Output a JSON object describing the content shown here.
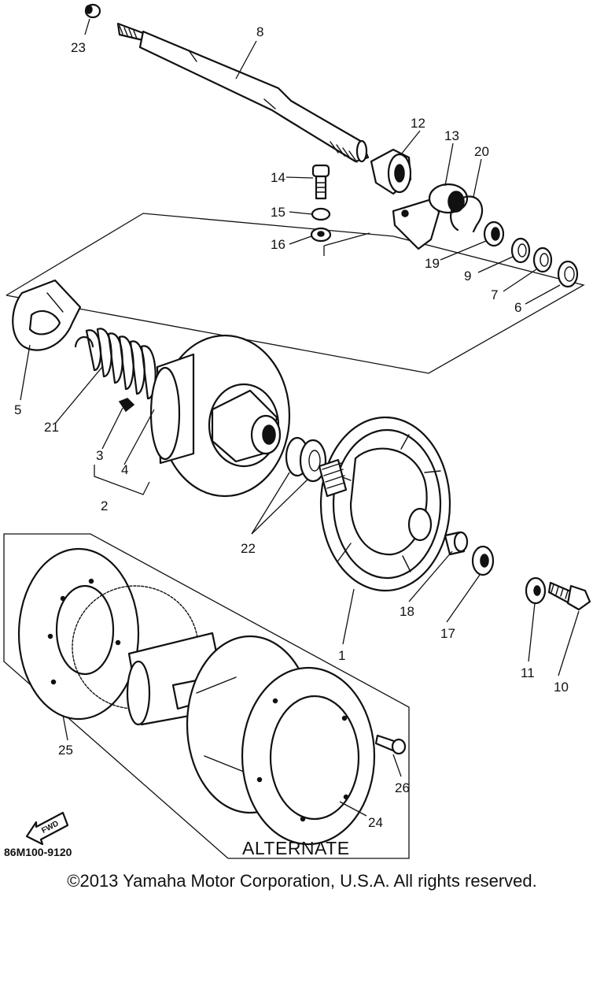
{
  "diagram": {
    "callouts": [
      {
        "id": "c1",
        "text": "1"
      },
      {
        "id": "c2",
        "text": "2"
      },
      {
        "id": "c3",
        "text": "3"
      },
      {
        "id": "c4",
        "text": "4"
      },
      {
        "id": "c5",
        "text": "5"
      },
      {
        "id": "c6",
        "text": "6"
      },
      {
        "id": "c7",
        "text": "7"
      },
      {
        "id": "c8",
        "text": "8"
      },
      {
        "id": "c9",
        "text": "9"
      },
      {
        "id": "c10",
        "text": "10"
      },
      {
        "id": "c11",
        "text": "11"
      },
      {
        "id": "c12",
        "text": "12"
      },
      {
        "id": "c13",
        "text": "13"
      },
      {
        "id": "c14",
        "text": "14"
      },
      {
        "id": "c15",
        "text": "15"
      },
      {
        "id": "c16",
        "text": "16"
      },
      {
        "id": "c17",
        "text": "17"
      },
      {
        "id": "c18",
        "text": "18"
      },
      {
        "id": "c19",
        "text": "19"
      },
      {
        "id": "c20",
        "text": "20"
      },
      {
        "id": "c21",
        "text": "21"
      },
      {
        "id": "c22",
        "text": "22"
      },
      {
        "id": "c23",
        "text": "23"
      },
      {
        "id": "c24",
        "text": "24"
      },
      {
        "id": "c25",
        "text": "25"
      },
      {
        "id": "c26",
        "text": "26"
      }
    ],
    "fwd_arrow_text": "FWD",
    "alternate_label": "ALTERNATE",
    "drawing_code": "86M100-9120"
  },
  "footer": {
    "copyright": "©2013 Yamaha Motor Corporation, U.S.A. All rights reserved."
  }
}
